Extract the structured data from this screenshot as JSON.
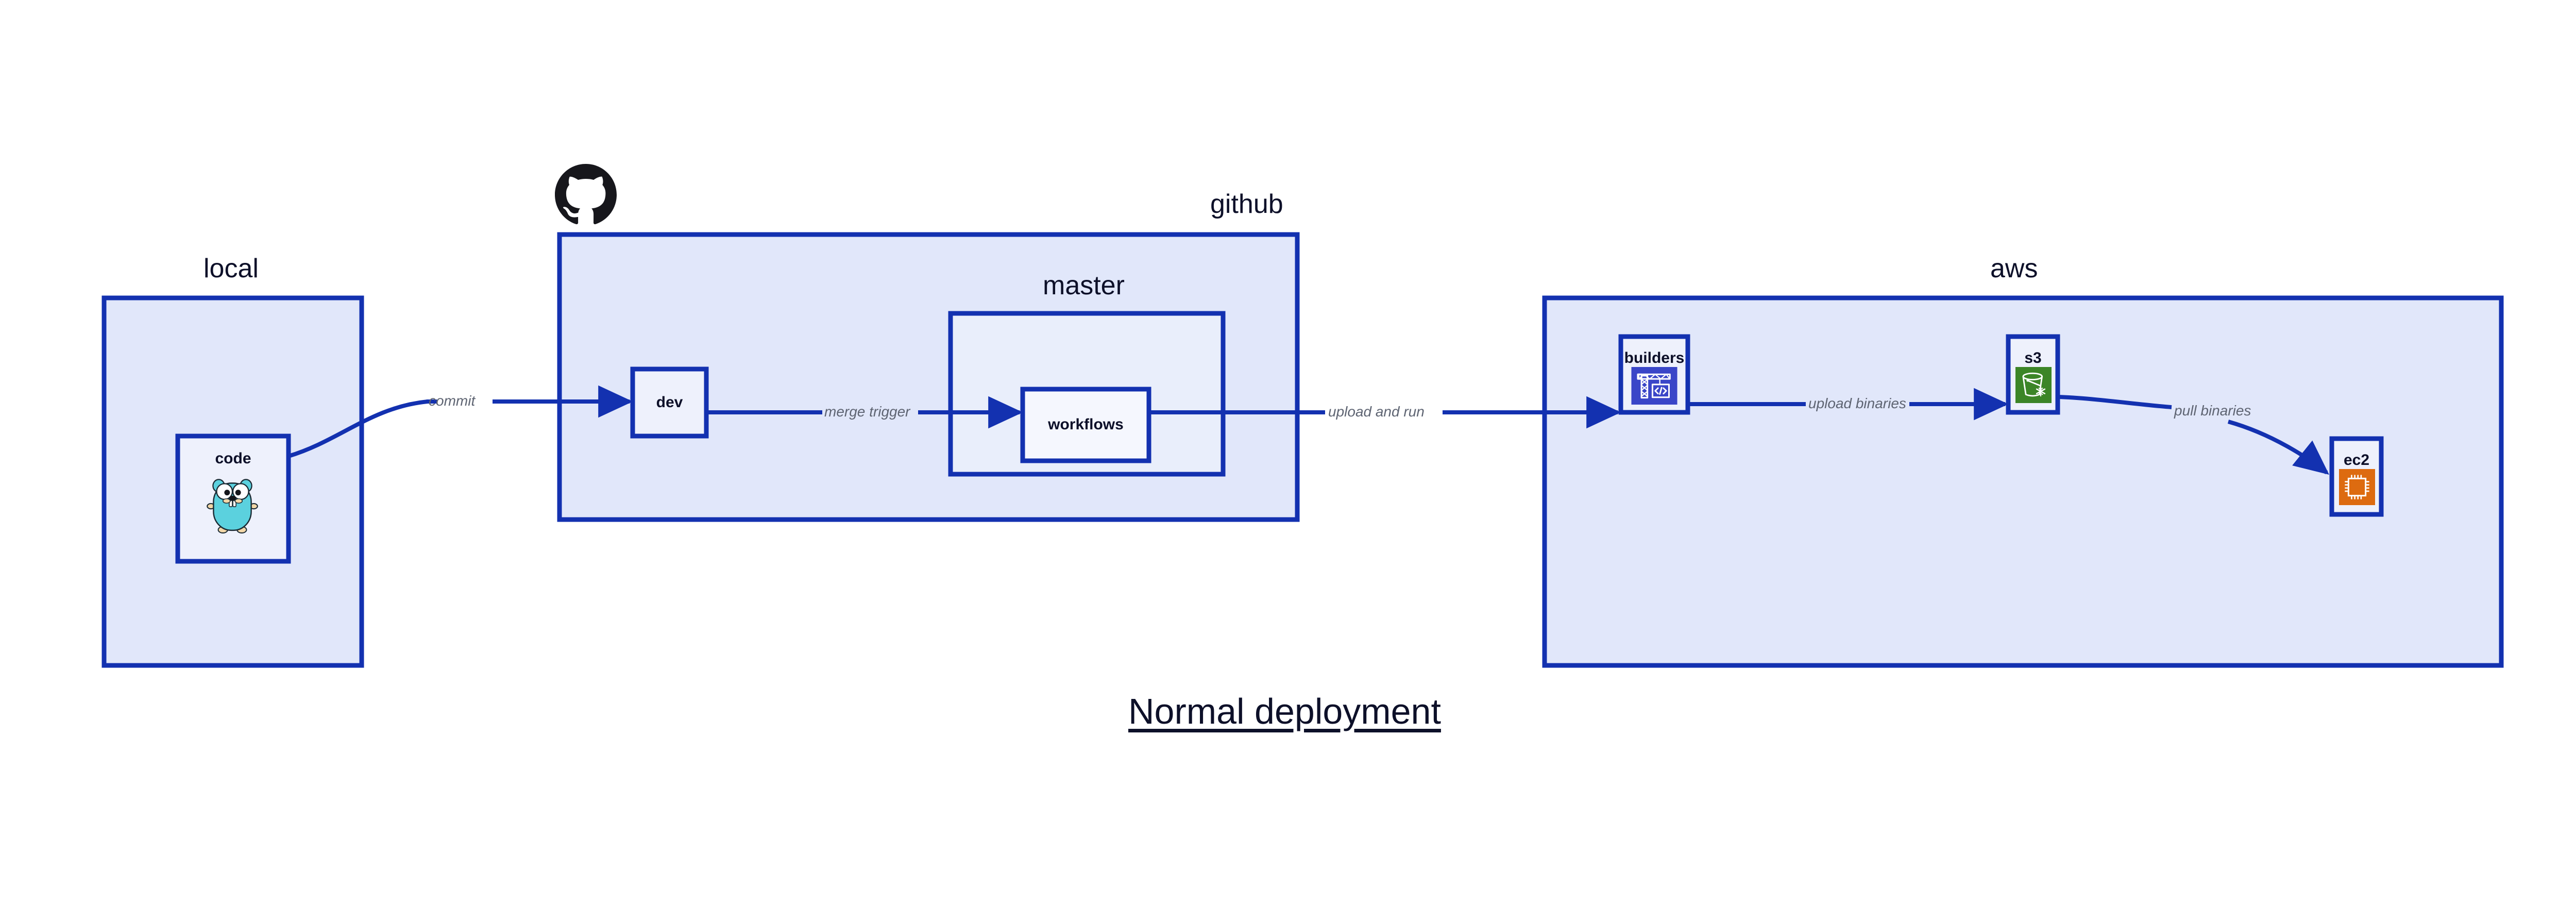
{
  "diagram": {
    "title": "Normal deployment",
    "background": "#ffffff",
    "colors": {
      "border": "#1331b0",
      "group_fill": "#e1e7fa",
      "subgroup_fill": "#e9eefb",
      "node_fill": "#eef1fc",
      "node_fill_light": "#f5f7fe",
      "edge": "#1331b0",
      "label_text": "#0d1029",
      "edge_label_text": "#5e6472",
      "builders_icon_bg": "#3a46c8",
      "s3_icon_bg": "#3c8527",
      "ec2_icon_bg": "#dd6b10",
      "gopher_body": "#5bd1de",
      "github_mark": "#17171c"
    }
  },
  "groups": [
    {
      "id": "local",
      "label": "local"
    },
    {
      "id": "github",
      "label": "github"
    },
    {
      "id": "master",
      "label": "master"
    },
    {
      "id": "aws",
      "label": "aws"
    }
  ],
  "nodes": [
    {
      "id": "code",
      "label": "code",
      "icon": "go-gopher-icon",
      "group": "local"
    },
    {
      "id": "dev",
      "label": "dev",
      "icon": null,
      "group": "github"
    },
    {
      "id": "workflows",
      "label": "workflows",
      "icon": null,
      "group": "master"
    },
    {
      "id": "builders",
      "label": "builders",
      "icon": "crane-code-icon",
      "group": "aws"
    },
    {
      "id": "s3",
      "label": "s3",
      "icon": "s3-bucket-icon",
      "group": "aws"
    },
    {
      "id": "ec2",
      "label": "ec2",
      "icon": "cpu-chip-icon",
      "group": "aws"
    }
  ],
  "edges": [
    {
      "id": "commit",
      "label": "commit",
      "from": "code",
      "to": "dev"
    },
    {
      "id": "merge-trigger",
      "label": "merge trigger",
      "from": "dev",
      "to": "workflows"
    },
    {
      "id": "upload-and-run",
      "label": "upload and run",
      "from": "workflows",
      "to": "builders"
    },
    {
      "id": "upload-binaries",
      "label": "upload binaries",
      "from": "builders",
      "to": "s3"
    },
    {
      "id": "pull-binaries",
      "label": "pull binaries",
      "from": "s3",
      "to": "ec2"
    }
  ],
  "branding": {
    "github_logo": "github-octocat-icon"
  }
}
